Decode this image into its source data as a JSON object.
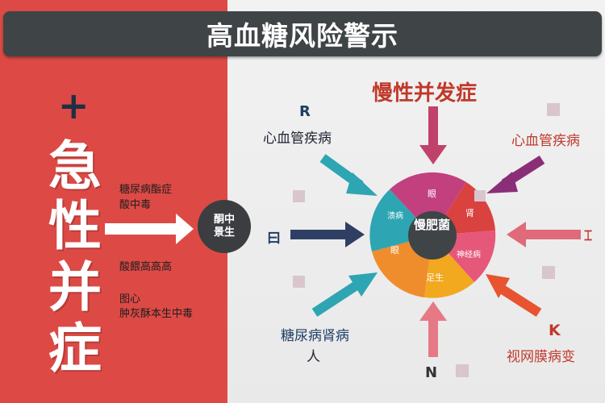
{
  "title": "高血糖风险警示",
  "acute": {
    "plus": "+",
    "chars": [
      "急",
      "性",
      "并",
      "症"
    ],
    "label1_line1": "糖尿病酯症",
    "label1_line2": "酸中毒",
    "label2": "酸餵高高高",
    "label3_line1": "图心",
    "label3_line2": "肿灰酥本生中毒",
    "circle_line1": "酮中",
    "circle_line2": "景生"
  },
  "chronic": {
    "heading": "慢性并发症",
    "left_top_glyph": "R",
    "left_top_label": "心血管疾病",
    "right_top_label": "心血管疾病",
    "left_mid_glyph": "曰",
    "left_bottom_label": "糖尿病肾病",
    "left_bottom_glyph": "人",
    "bottom_glyph": "N",
    "right_bottom_glyph": "K",
    "right_bottom_label": "视网膜病变",
    "hub_center": "慢肥菌",
    "segments": [
      "眼",
      "肾",
      "神经病",
      "足生",
      "眼",
      "溃病"
    ]
  },
  "colors": {
    "left_bg": "#dd4a45",
    "title_bar": "#3f4447",
    "seg_magenta": "#c2407e",
    "seg_red": "#d9423f",
    "seg_pink": "#e5587a",
    "seg_orange": "#ef8d2c",
    "seg_yellow": "#f2a81f",
    "seg_teal": "#2ea5b2"
  }
}
